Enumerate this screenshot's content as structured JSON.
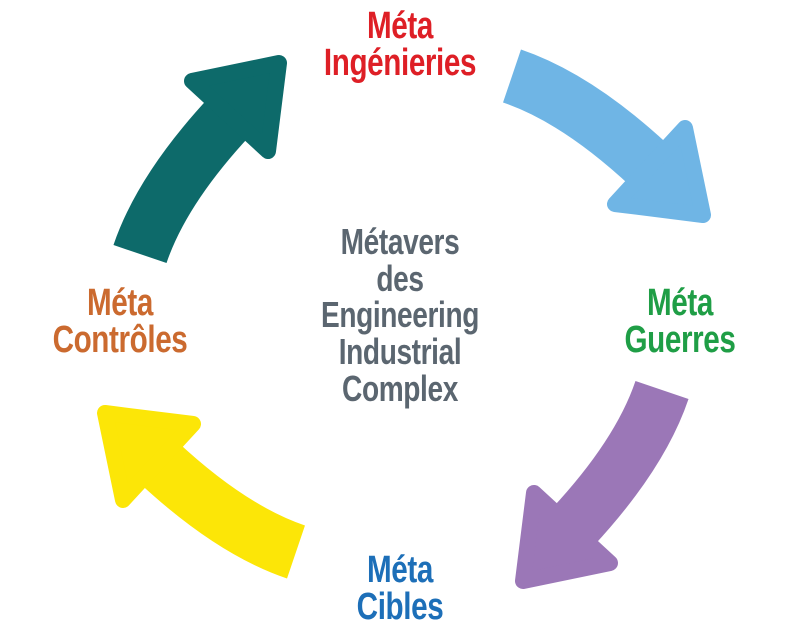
{
  "center": {
    "lines": [
      "Métavers",
      "des",
      "Engineering",
      "Industrial",
      "Complex"
    ],
    "color": "#5B6670"
  },
  "labels": {
    "top": {
      "lines": [
        "Méta",
        "Ingénieries"
      ],
      "color": "#DE1F26"
    },
    "right": {
      "lines": [
        "Méta",
        "Guerres"
      ],
      "color": "#1F9E46"
    },
    "bottom": {
      "lines": [
        "Méta",
        "Cibles"
      ],
      "color": "#1D6FB8"
    },
    "left": {
      "lines": [
        "Méta",
        "Contrôles"
      ],
      "color": "#CB6A2F"
    }
  },
  "arrows": {
    "controles_to_ingenieries": {
      "color": "#0D6A6A"
    },
    "ingenieries_to_guerres": {
      "color": "#6FB5E5"
    },
    "guerres_to_cibles": {
      "color": "#9B77B7"
    },
    "cibles_to_controles": {
      "color": "#FCE607"
    }
  }
}
